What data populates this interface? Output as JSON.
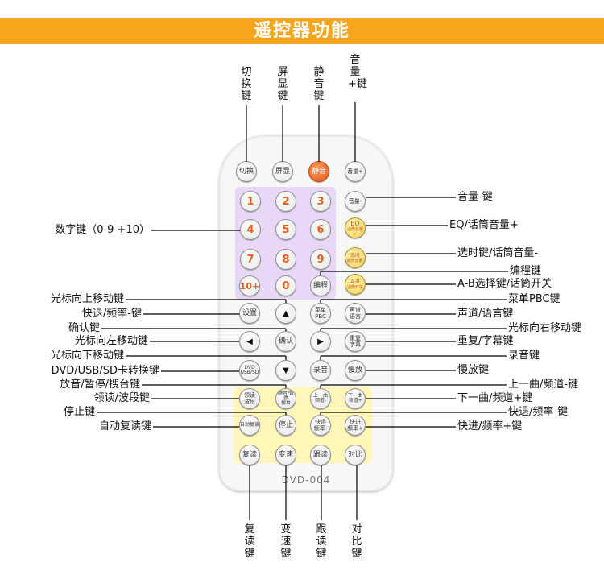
{
  "title": "遥控器功能",
  "model": "DVD-004",
  "colors": {
    "banner": "#f7a51c",
    "number_text": "#e8601c",
    "mute_button": "#e5551b",
    "zone_purple": "#e8d7f6",
    "zone_yellow": "#fff6b8"
  },
  "buttons": {
    "switch": "切换",
    "screen": "屏显",
    "mute": "静音",
    "vol_up": "音量+",
    "vol_down": "音量-",
    "n1": "1",
    "n2": "2",
    "n3": "3",
    "n4": "4",
    "n5": "5",
    "n6": "6",
    "n7": "7",
    "n8": "8",
    "n9": "9",
    "n10": "10+",
    "n0": "0",
    "eq_top": "EQ",
    "eq_bottom": "话筒音量+",
    "time_top": "选时",
    "time_bottom": "话筒音量-",
    "program": "编程",
    "ab_top": "A-B",
    "ab_bottom": "话筒开关",
    "setup": "设置",
    "up": "▲",
    "menu_top": "菜单",
    "menu_bottom": "PBC",
    "audio_top": "声道",
    "audio_bottom": "语言",
    "left": "◀",
    "ok": "确认",
    "right": "▶",
    "repeat_top": "重复",
    "repeat_bottom": "字幕",
    "source": "DVD\nUSB/SD",
    "down": "▼",
    "record": "录音",
    "slow": "慢放",
    "read": "领读\n波段",
    "mute_pause": "静音/暂停\n搜台",
    "prev": "上一曲\n频道-",
    "next": "下一曲\n频道+",
    "auto": "自动复读",
    "stop": "停止",
    "fb": "快退\n频率-",
    "ff": "快进\n频率+",
    "reread": "复读",
    "speed": "变速",
    "follow": "跟读",
    "compare": "对比"
  },
  "labels": {
    "top": [
      "切换键",
      "屏显键",
      "静音键",
      "音量+键"
    ],
    "bottom": [
      "复读键",
      "变速键",
      "跟读键",
      "对比键"
    ],
    "left": [
      "数字键（0-9 +10）",
      "光标向上移动键",
      "快退/频率-键",
      "确认键",
      "光标向左移动键",
      "光标向下移动键",
      "DVD/USB/SD卡转换键",
      "放音/暂停/搜台键",
      "领读/波段键",
      "停止键",
      "自动复读键"
    ],
    "right": [
      "音量-键",
      "EQ/话筒音量+",
      "选时键/话筒音量-",
      "编程键",
      "A-B选择键/话筒开关",
      "菜单PBC键",
      "声道/语言键",
      "光标向右移动键",
      "重复/字幕键",
      "录音键",
      "慢放键",
      "上一曲/频道-键",
      "下一曲/频道+键",
      "快退/频率-键",
      "快进/频率+键"
    ]
  }
}
